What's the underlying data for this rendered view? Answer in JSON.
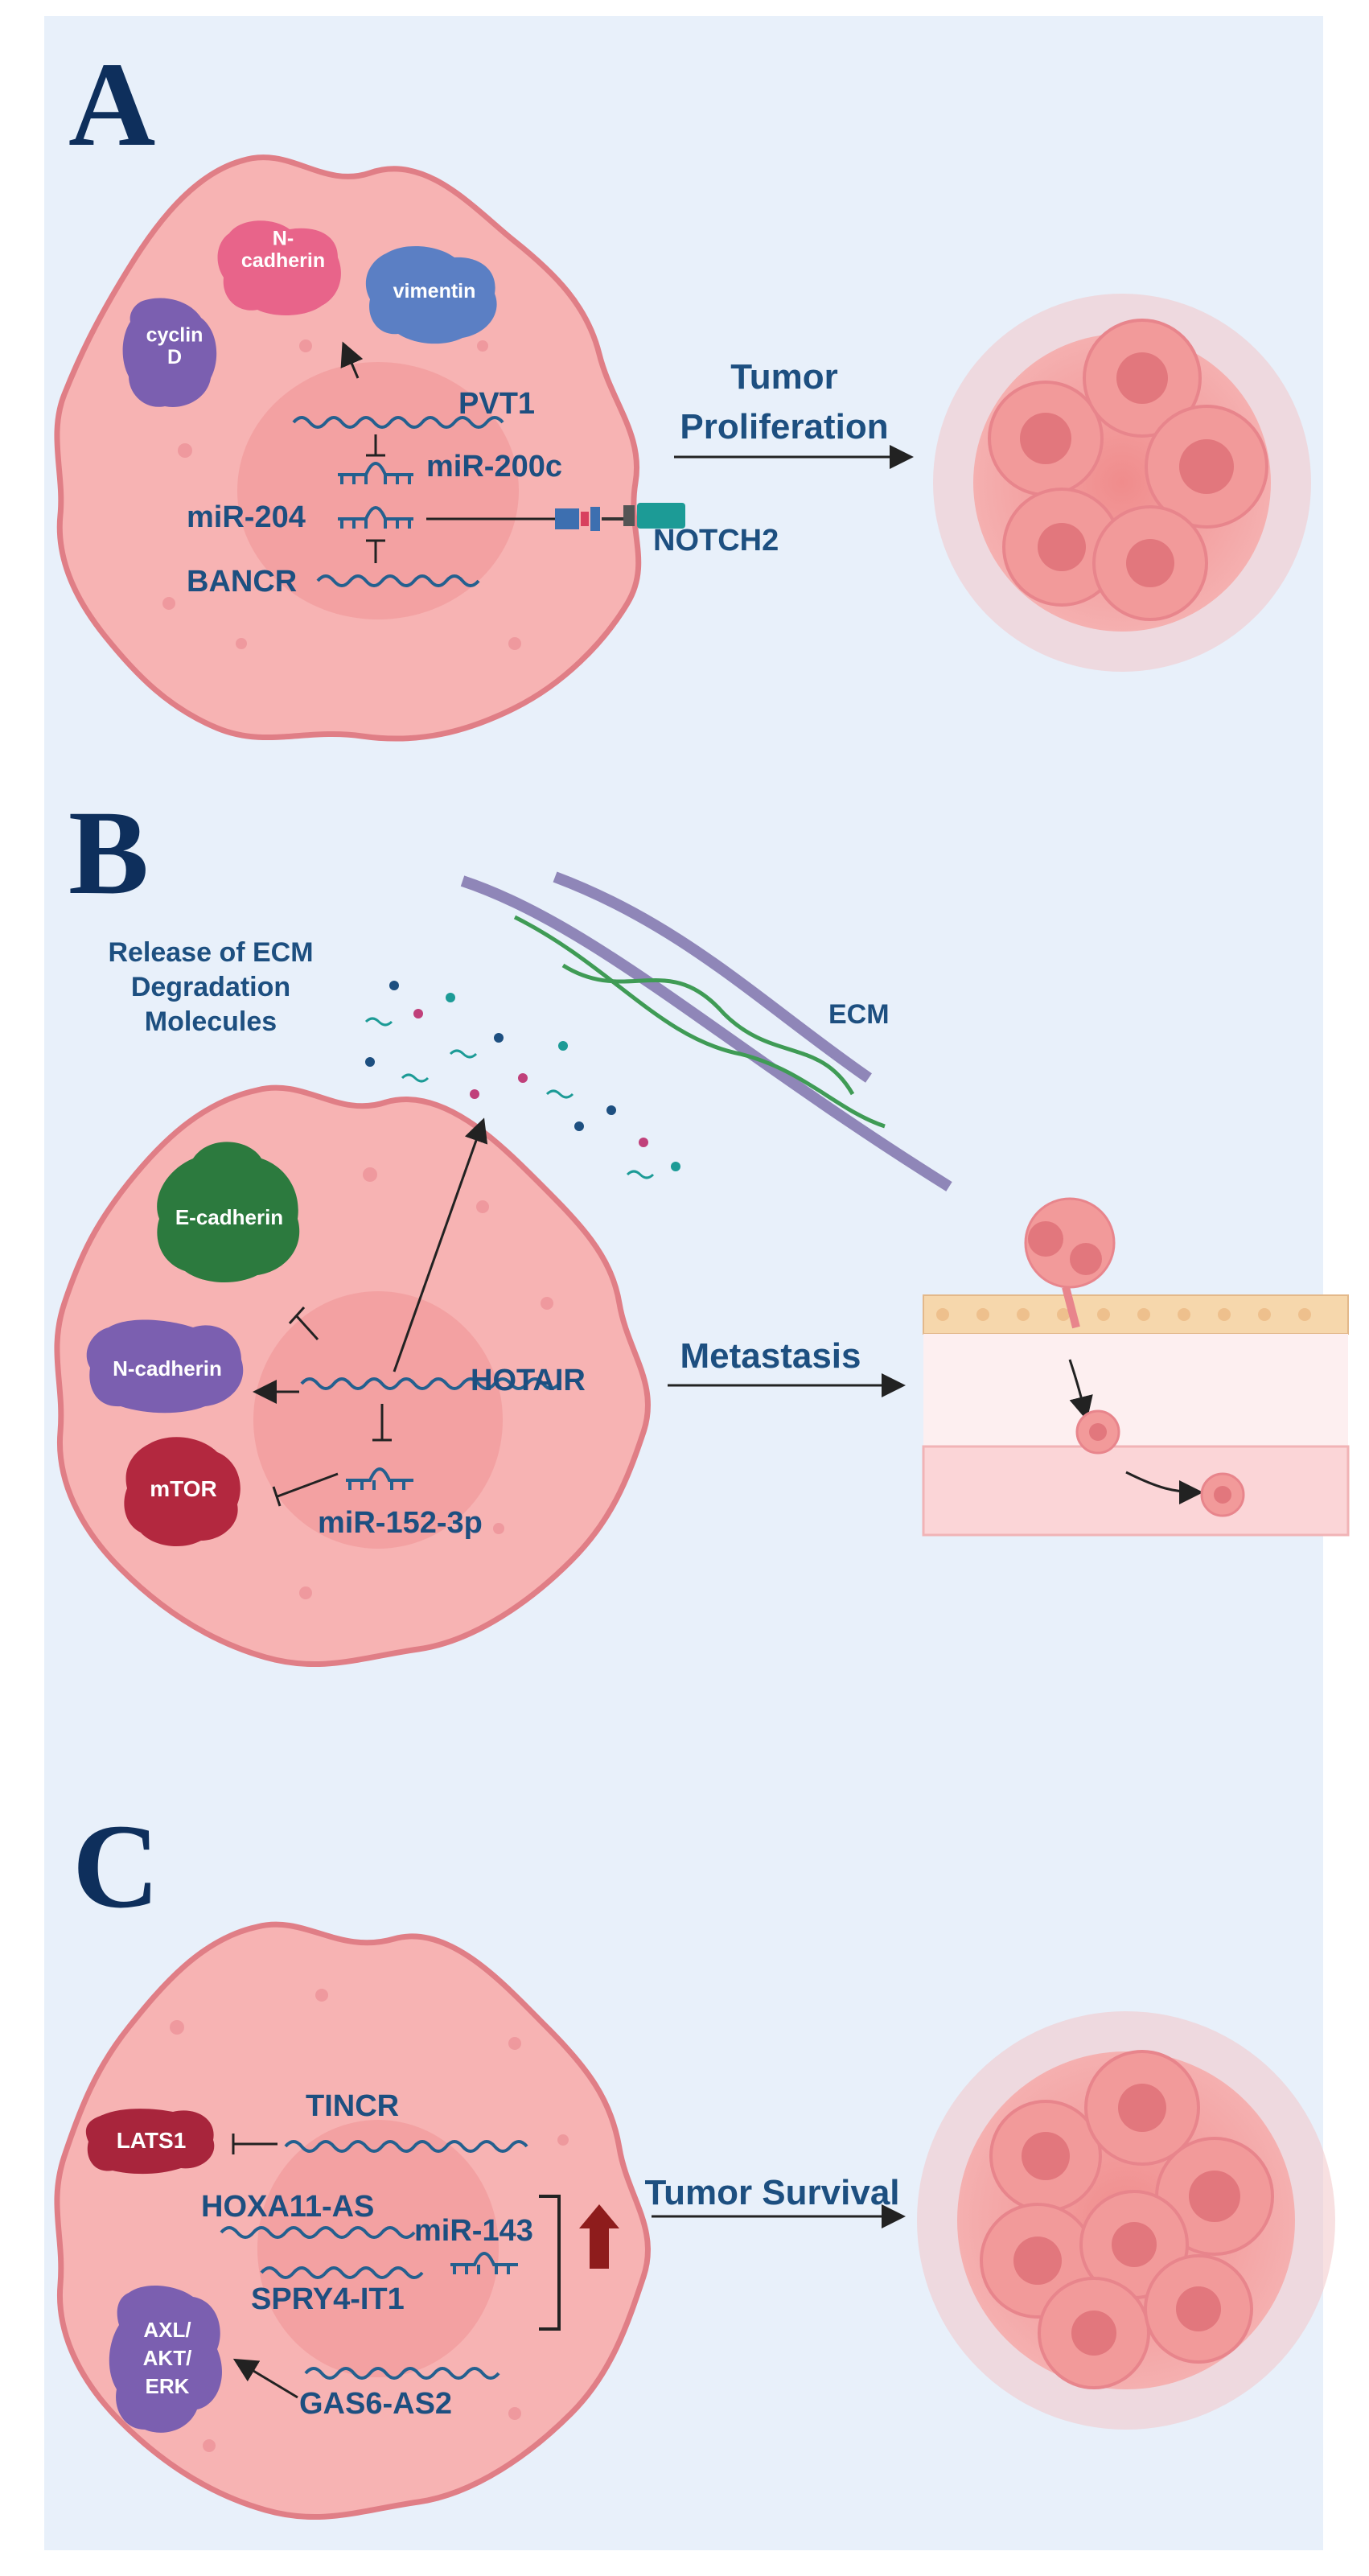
{
  "colors": {
    "background": "#e8f0fa",
    "cell_fill": "#f7b3b3",
    "cell_edge": "#e07e86",
    "nucleus": "#f19c9e",
    "label_blue": "#1d4f80",
    "panel_letter": "#0e2f5c",
    "ncadherin_pink": "#e8648a",
    "vimentin_blue": "#5b7fc4",
    "purple_protein": "#7b5fb0",
    "ecadherin_green": "#2c7a3e",
    "mtor_red": "#b3283f",
    "lats1_red": "#a8253c",
    "up_arrow_red": "#8e1c1c",
    "ecm_green": "#3f9b55",
    "ecm_purple": "#8f86b8",
    "rna_blue": "#24608f",
    "notch_teal": "#1c9b96"
  },
  "panels": {
    "A": {
      "letter": "A",
      "proteins": {
        "ncadherin": "N-\ncadherin",
        "vimentin": "vimentin",
        "cyclin": "cyclin\nD"
      },
      "rnas": {
        "pvt1": "PVT1",
        "mir200c": "miR-200c",
        "mir204": "miR-204",
        "bancr": "BANCR"
      },
      "receptor": "NOTCH2",
      "outcome": "Tumor\nProliferation"
    },
    "B": {
      "letter": "B",
      "release_label": "Release of ECM\nDegradation\nMolecules",
      "ecm_label": "ECM",
      "proteins": {
        "ecadherin": "E-cadherin",
        "ncadherin": "N-cadherin",
        "mtor": "mTOR"
      },
      "rnas": {
        "hotair": "HOTAIR",
        "mir152": "miR-152-3p"
      },
      "outcome": "Metastasis"
    },
    "C": {
      "letter": "C",
      "proteins": {
        "lats1": "LATS1",
        "axl": "AXL/\nAKT/\nERK"
      },
      "rnas": {
        "tincr": "TINCR",
        "hoxa11": "HOXA11-AS",
        "mir143": "miR-143",
        "spry4": "SPRY4-IT1",
        "gas6": "GAS6-AS2"
      },
      "outcome": "Tumor Survival"
    }
  }
}
